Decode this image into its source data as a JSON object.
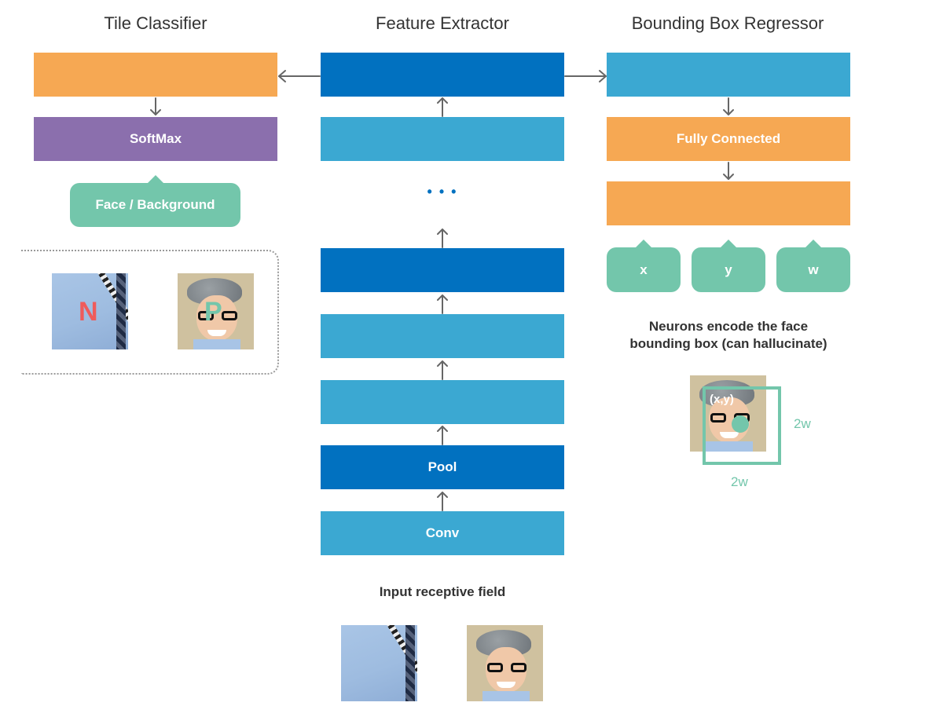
{
  "titles": {
    "tile_classifier": "Tile Classifier",
    "feature_extractor": "Feature Extractor",
    "bbox_regressor": "Bounding Box Regressor"
  },
  "classifier": {
    "softmax": "SoftMax",
    "output": "Face / Background",
    "negative_letter": "N",
    "positive_letter": "P"
  },
  "extractor": {
    "ellipsis": "• • •",
    "pool": "Pool",
    "conv": "Conv",
    "input_caption": "Input receptive field"
  },
  "regressor": {
    "fully_connected": "Fully Connected",
    "outputs": [
      "x",
      "y",
      "w"
    ],
    "caption_line1": "Neurons encode the face",
    "caption_line2": "bounding box (can hallucinate)",
    "point_label": "(x,y)",
    "width_label_right": "2w",
    "width_label_bottom": "2w"
  },
  "colors": {
    "dark_blue": "#0171c0",
    "light_blue": "#3ba8d2",
    "orange": "#f6a853",
    "purple": "#8b6fad",
    "teal": "#73c6ab",
    "negative_red": "#ef5b5b"
  }
}
